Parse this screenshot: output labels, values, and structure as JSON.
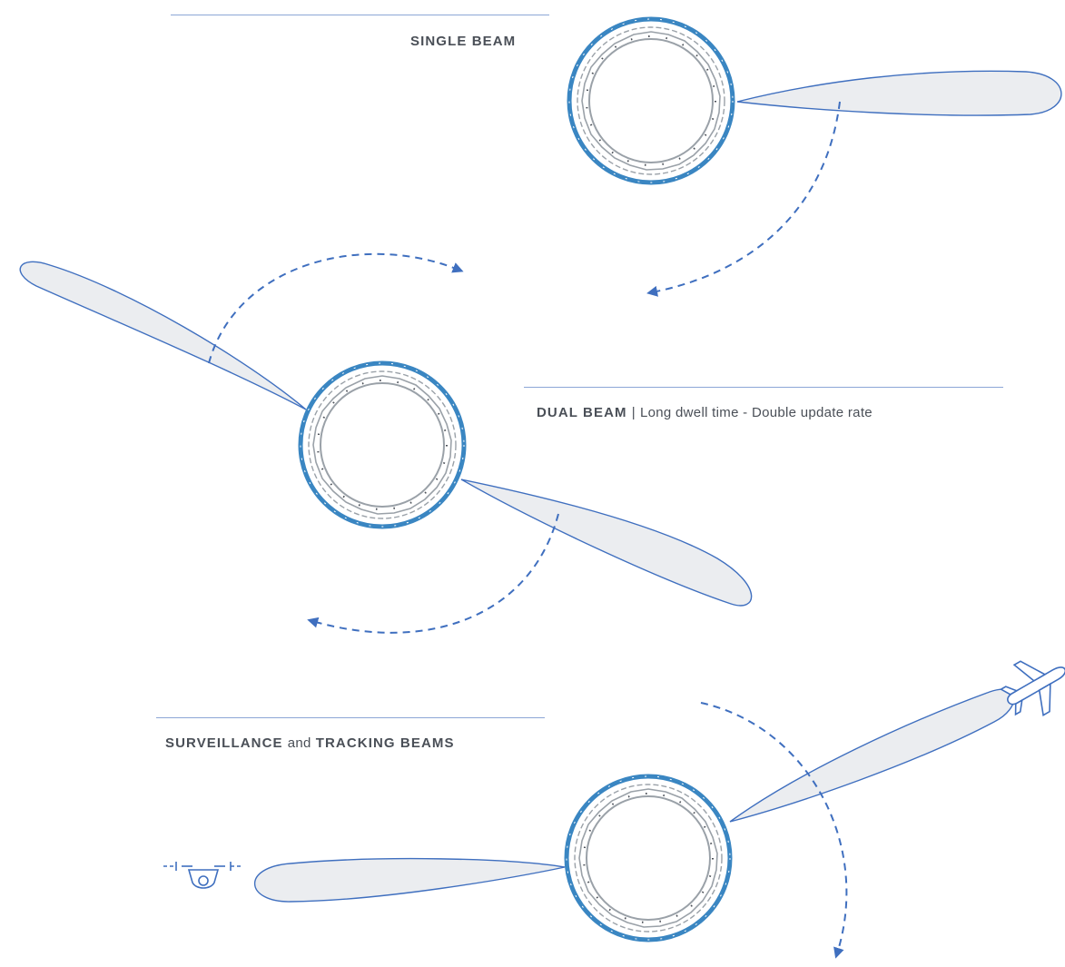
{
  "single_beam": {
    "title": "SINGLE BEAM"
  },
  "dual_beam": {
    "title": "DUAL BEAM",
    "separator": "|",
    "description": "Long dwell time - Double update rate"
  },
  "surveillance_tracking": {
    "title_part1": "SURVEILLANCE",
    "conjunction": "and",
    "title_part2": "TRACKING BEAMS"
  },
  "icons": {
    "aircraft": "airplane-icon",
    "drone": "drone-icon",
    "antenna": "radar-array-icon",
    "rotation": "dashed-rotation-arrow"
  },
  "colors": {
    "rule": "#8ca6d6",
    "beam_fill": "#ebedf0",
    "beam_stroke": "#3f6fbf",
    "array_blue": "#3a86c2",
    "array_gray": "#9aa1a8",
    "arrow": "#3f6fbf",
    "text": "#4a4f57"
  }
}
